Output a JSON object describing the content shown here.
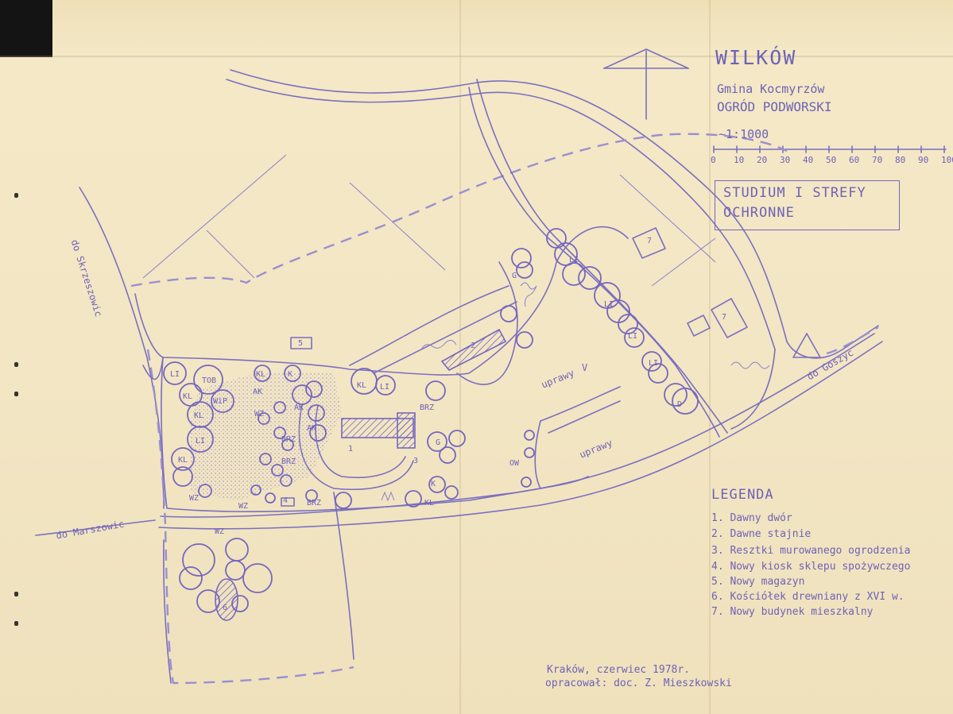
{
  "header": {
    "title": "WILKÓW",
    "subtitle_line1": "Gmina Kocmyrzów",
    "subtitle_line2": "OGRÓD PODWORSKI",
    "scale_label": "~1:1000",
    "scale_ticks": [
      "0",
      "10",
      "20",
      "30",
      "40",
      "50",
      "60",
      "70",
      "80",
      "90",
      "100"
    ]
  },
  "study": {
    "line1": "STUDIUM I STREFY",
    "line2": "OCHRONNE"
  },
  "roads": {
    "skrzeszowic": "do Skrzeszowic",
    "marszowic": "do Marszowic",
    "goszyc": "do Goszyc"
  },
  "field_labels": {
    "uprawy_top": "uprawy",
    "uprawy_bottom": "uprawy",
    "roman_v": "V",
    "ow": "OW"
  },
  "tree_labels": [
    "LI",
    "TOB",
    "KL",
    "WiP",
    "KL",
    "LI",
    "KL",
    "KL",
    "K",
    "AK",
    "WZ",
    "AK",
    "AK",
    "BRZ",
    "BRZ",
    "BRZ",
    "WZ",
    "WZ",
    "KL",
    "LI",
    "BRZ",
    "LI",
    "LI",
    "LI",
    "LI",
    "D",
    "WZ",
    "KL",
    "G",
    "G",
    "K"
  ],
  "building_numbers": [
    "1",
    "2",
    "3",
    "4",
    "5",
    "6",
    "7",
    "7"
  ],
  "legend": {
    "title": "LEGENDA",
    "items": [
      "1. Dawny dwór",
      "2. Dawne stajnie",
      "3. Resztki murowanego ogrodzenia",
      "4. Nowy kiosk sklepu spożywczego",
      "5. Nowy magazyn",
      "6. Kościółek drewniany z XVI w.",
      "7. Nowy budynek mieszkalny"
    ]
  },
  "credits": {
    "line1": "Kraków, czerwiec 1978r.",
    "line2": "opracował: doc. Z. Mieszkowski"
  },
  "colors": {
    "paper": "#f3e6c3",
    "ink": "#7566bf",
    "corner": "#141414"
  }
}
